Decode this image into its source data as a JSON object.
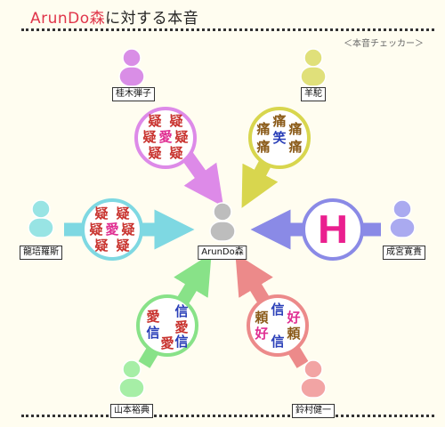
{
  "title": {
    "brand": "ArunDo森",
    "rest": "に対する本音"
  },
  "subtitle": "＜本音チェッカー＞",
  "center": {
    "name": "ArunDo森",
    "color": "#bdbdbd"
  },
  "people": [
    {
      "id": "p1",
      "name": "桂木弾子",
      "color": "#d98ee6"
    },
    {
      "id": "p2",
      "name": "羊駝",
      "color": "#e0e07a"
    },
    {
      "id": "p3",
      "name": "龍培羅斯",
      "color": "#98e4e4"
    },
    {
      "id": "p4",
      "name": "成宮寛貴",
      "color": "#aaaaf0"
    },
    {
      "id": "p5",
      "name": "山本裕典",
      "color": "#a6eea6"
    },
    {
      "id": "p6",
      "name": "鈴村健一",
      "color": "#f2a4a4"
    }
  ],
  "badges": {
    "b1": {
      "chars": [
        "疑",
        "疑",
        "疑",
        "愛",
        "疑",
        "疑",
        "疑"
      ]
    },
    "b2": {
      "chars": [
        "痛",
        "痛",
        "痛",
        "笑",
        "痛",
        "痛"
      ]
    },
    "b3": {
      "chars": [
        "疑",
        "疑",
        "疑",
        "愛",
        "疑",
        "疑",
        "疑"
      ]
    },
    "b4": {
      "letter": "H"
    },
    "b5": {
      "chars": [
        "信",
        "愛",
        "愛",
        "信",
        "信",
        "愛"
      ]
    },
    "b6": {
      "chars": [
        "信",
        "頼",
        "好",
        "頼",
        "好",
        "信"
      ]
    }
  },
  "colors": {
    "bg": "#fffdf0",
    "kanji_red": "#c8322e",
    "kanji_brown": "#8a5a18",
    "kanji_blue": "#2a3fb8",
    "kanji_pink": "#e02e92",
    "h_letter": "#ea1f8f"
  }
}
